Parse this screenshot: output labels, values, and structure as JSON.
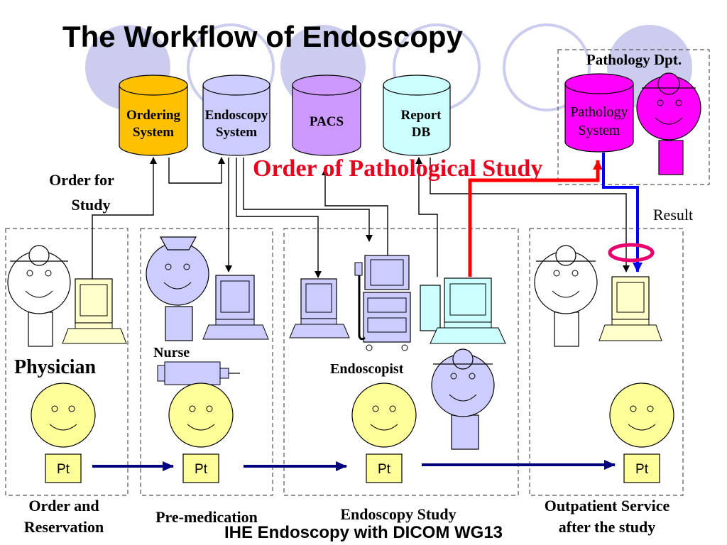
{
  "title": "The Workflow of Endoscopy",
  "footer": "IHE Endoscopy with DICOM WG13",
  "systems": {
    "ordering": [
      "Ordering",
      "System"
    ],
    "endoscopy": [
      "Endoscopy",
      "System"
    ],
    "pacs": [
      "PACS"
    ],
    "report": [
      "Report",
      "DB"
    ],
    "pathology_dept": "Pathology Dpt.",
    "pathology": [
      "Pathology",
      "System"
    ]
  },
  "labels": {
    "order_for_study": [
      "Order for",
      "Study"
    ],
    "order_pathological": "Order of Pathological Study",
    "result": "Result",
    "physician": "Physician",
    "nurse": "Nurse",
    "endoscopist": "Endoscopist",
    "patient": "Pt"
  },
  "stages": [
    [
      "Order and",
      "Reservation"
    ],
    [
      "Pre-medication"
    ],
    [
      "Endoscopy Study"
    ],
    [
      "Outpatient Service",
      "after the study"
    ]
  ],
  "colors": {
    "ordering": "#ffc000",
    "endoscopy": "#ccccff",
    "pacs": "#cc99ff",
    "report": "#ccffff",
    "pathology": "#ff00ff",
    "patient_face": "#ffff99",
    "computer": "#ffffcc",
    "red_arrow": "#ff0000",
    "blue_arrow": "#0000ff",
    "navy_arrow": "#000080"
  }
}
